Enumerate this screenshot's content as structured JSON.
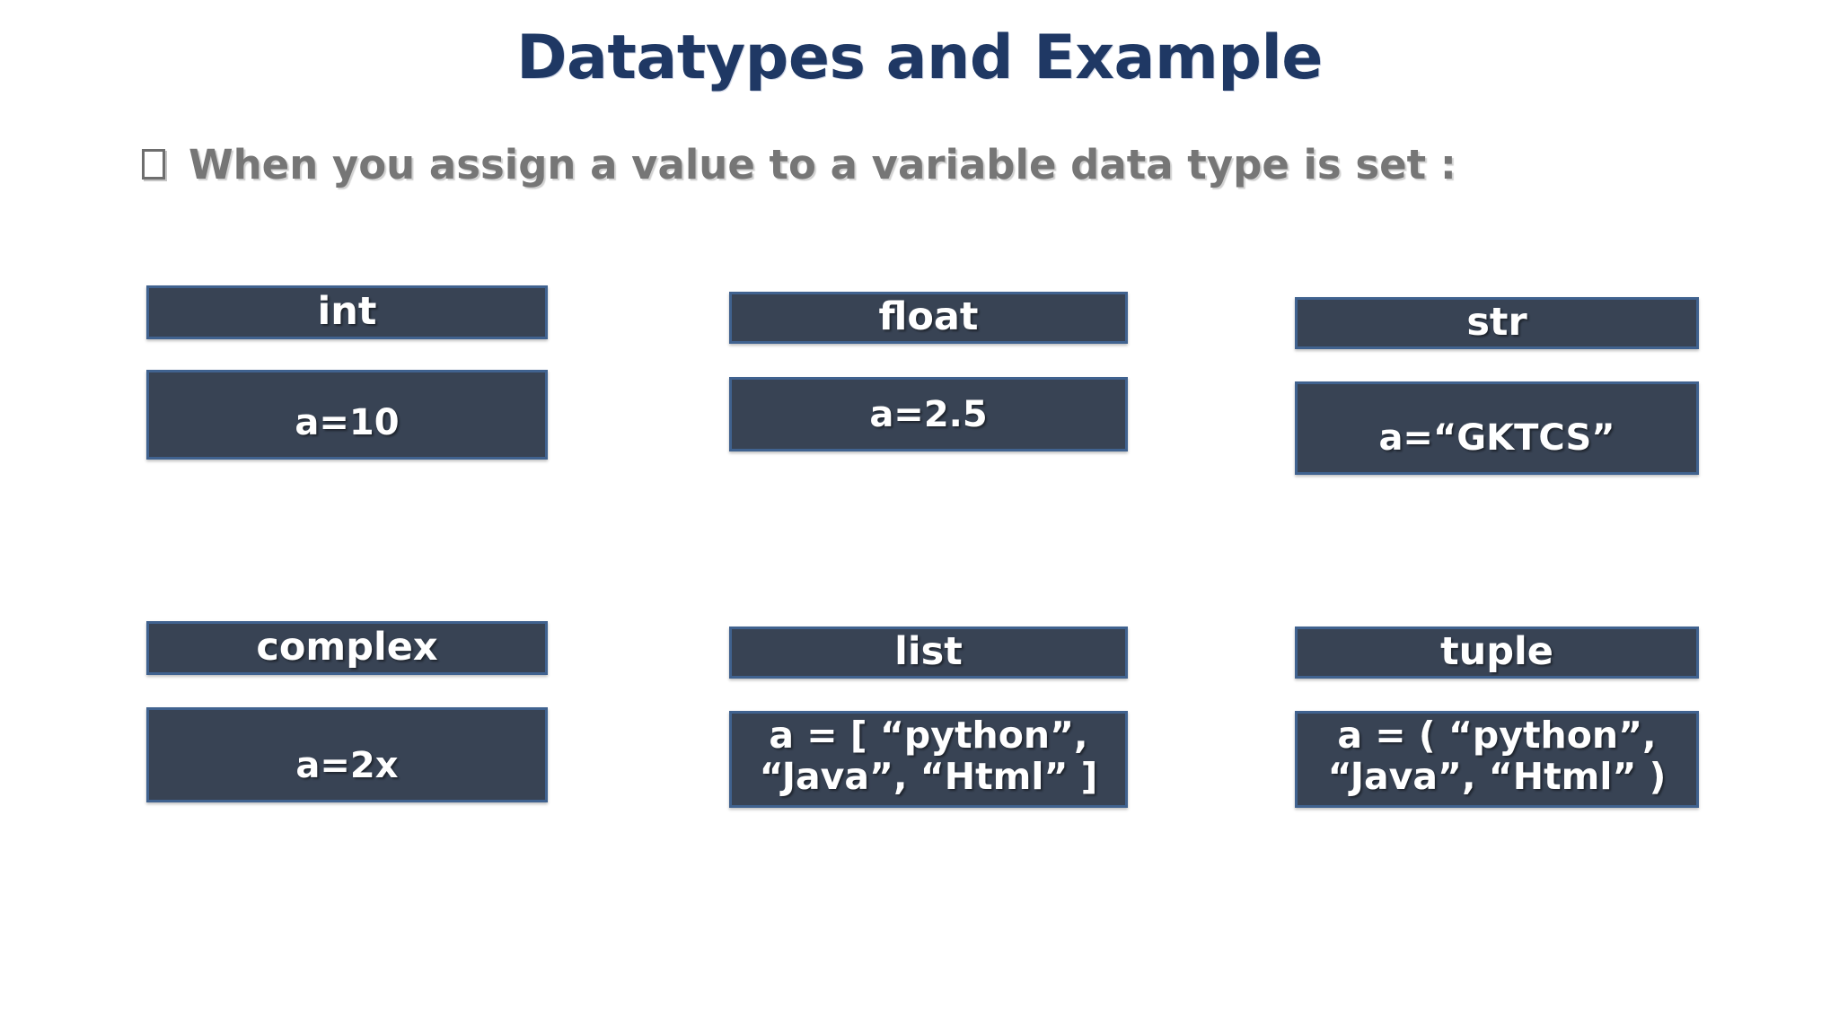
{
  "slide": {
    "title": "Datatypes and Example",
    "bullet": {
      "glyph": "empty-square-bullet",
      "text": "When you assign a value to a variable data type is set :"
    },
    "colors": {
      "title": "#1f3864",
      "bullet_text": "#767676",
      "box_fill": "#384354",
      "box_border": "#40628f",
      "box_text": "#ffffff",
      "background": "#ffffff"
    },
    "cards": [
      {
        "type": "int",
        "value": "a=10"
      },
      {
        "type": "float",
        "value": "a=2.5"
      },
      {
        "type": "str",
        "value": "a=“GKTCS”"
      },
      {
        "type": "complex",
        "value": "a=2x"
      },
      {
        "type": "list",
        "value": "a = [ “python”, “Java”, “Html” ]"
      },
      {
        "type": "tuple",
        "value": "a = ( “python”, “Java”, “Html” )"
      }
    ]
  }
}
